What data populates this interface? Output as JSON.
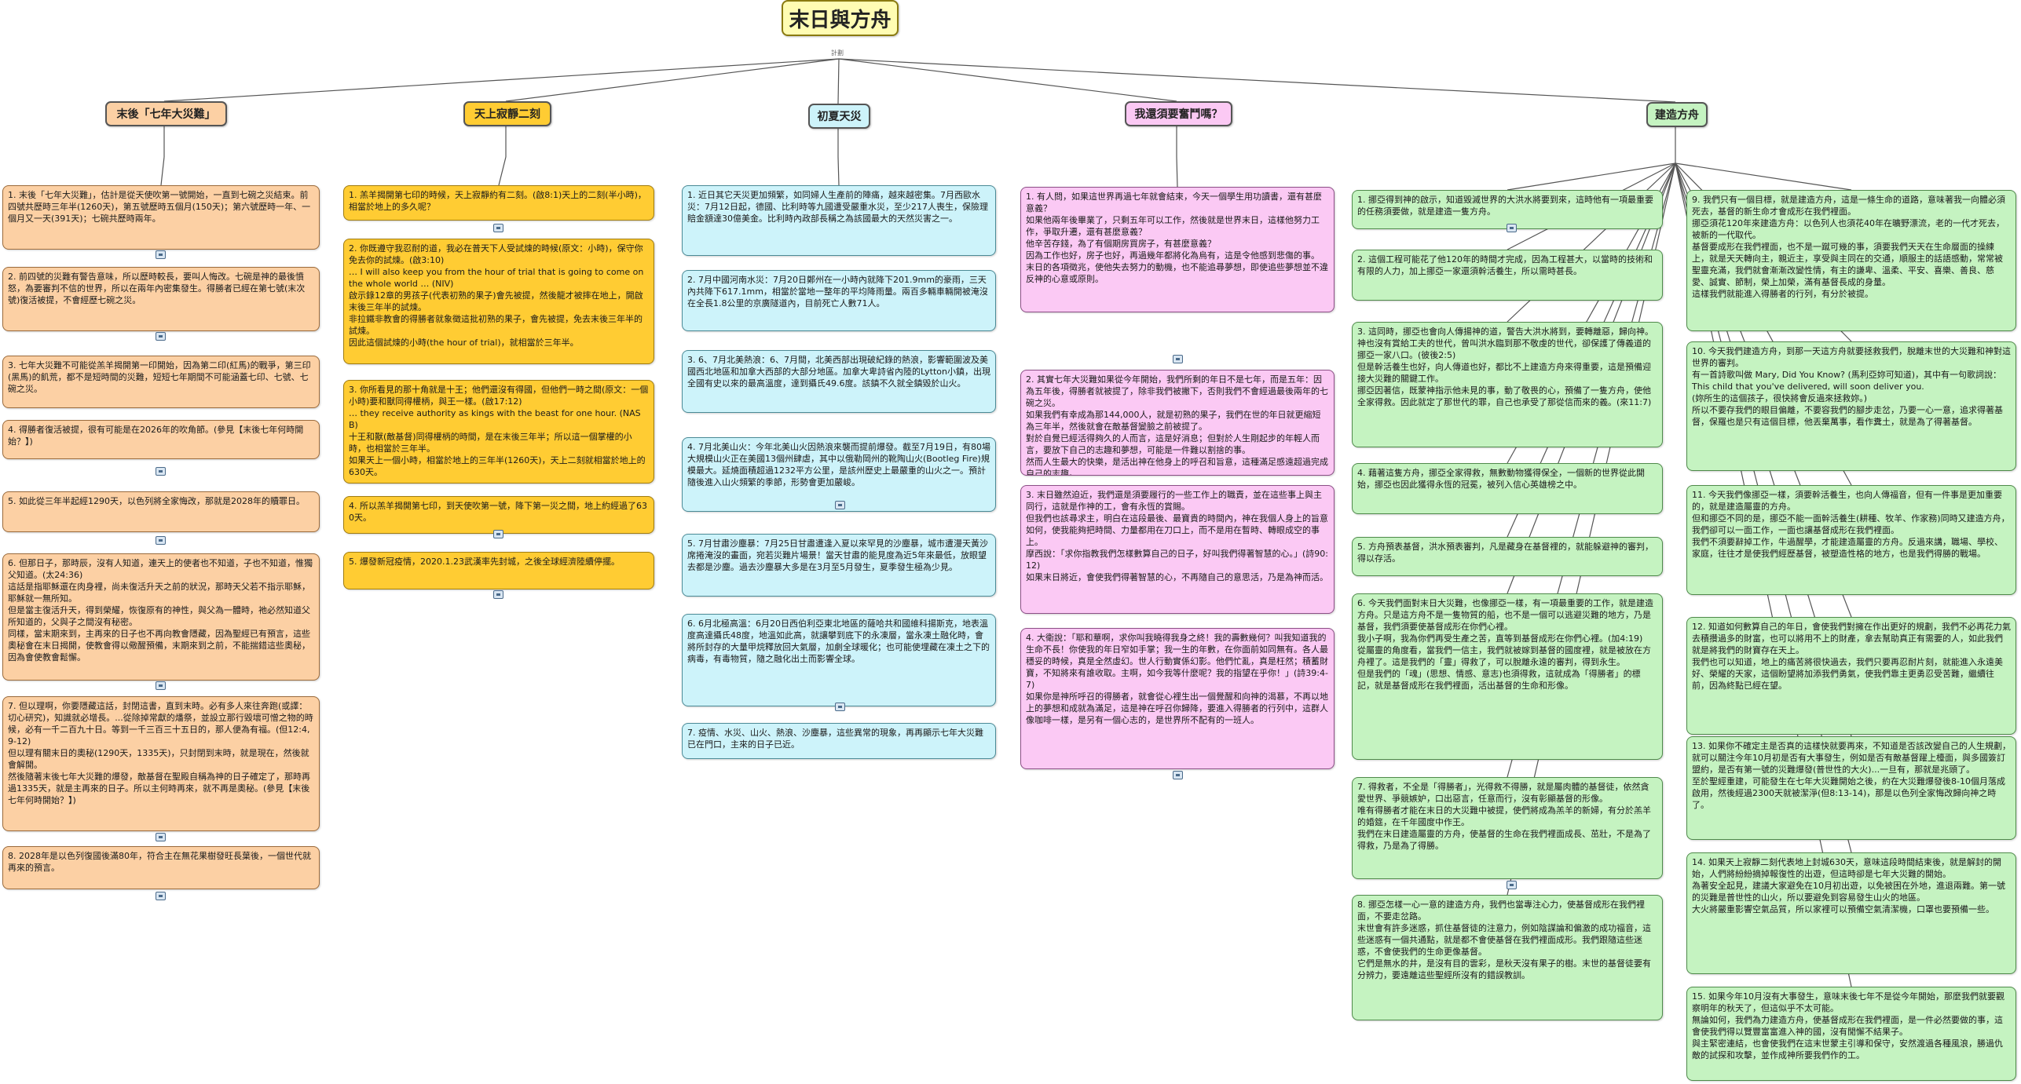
{
  "root": {
    "title": "末日與方舟",
    "sub": "計劃"
  },
  "branches": [
    {
      "title": "末後「七年大災難」",
      "color": "#fcd0a4",
      "nodes": [
        "1. 末後「七年大災難」，估計是從天使吹第一號開始，一直到七碗之災結束。前四號共歷時三年半(1260天)，第五號歷時五個月(150天)；第六號歷時一年、一個月又一天(391天)；七碗共歷時兩年。",
        "2. 前四號的災難有警告意味，所以歷時較長，要叫人悔改。七碗是神的最後憤怒，為要審判不信的世界，所以在兩年內密集發生。得勝者已經在第七號(末次號)復活被提，不會經歷七碗之災。",
        "3. 七年大災難不可能從羔羊揭開第一印開始，因為第二印(紅馬)的戰爭，第三印(黑馬)的飢荒，都不是短時間的災難，短短七年期間不可能涵蓋七印、七號、七碗之災。",
        "4. 得勝者復活被提，很有可能是在2026年的吹角節。(參見【末後七年何時開始？】)",
        "5. 如此從三年半起經1290天，以色列將全家悔改，那就是2028年的贖罪日。",
        "6. 但那日子，那時辰，沒有人知道，連天上的使者也不知道，子也不知道，惟獨父知道。(太24:36)\n這話是指耶穌還在肉身裡，尚未復活升天之前的狀況，那時天父若不指示耶穌，耶穌就一無所知。\n但是當主復活升天，得到榮耀，恢復原有的神性，與父為一體時，祂必然知道父所知道的，父與子之間沒有秘密。\n同樣，當末期來到，主再來的日子也不再向教會隱藏，因為聖經已有預言，這些奧秘會在末日揭開，使教會得以儆醒預備，末期來到之前，不能揣錯這些奧秘，因為會使教會鬆懈。",
        "7. 但以理啊，你要隱藏這話，封閉這書，直到末時。必有多人來往奔跑(或譯：切心研究)，知識就必增長。...從除掉常獻的燔祭，並設立那行毀壞可憎之物的時候，必有一千二百九十日。等到一千三百三十五日的，那人便為有福。(但12:4,9-12)\n但以理有關末日的奧秘(1290天，1335天)，只封閉到末時，就是現在，然後就會解開。\n然後隨著末後七年大災難的爆發，敵基督在聖殿自稱為神的日子確定了，那時再過1335天，就是主再來的日子。所以主何時再來，就不再是奧秘。(參見【末後七年何時開始？】)",
        "8. 2028年是以色列復國後滿80年，符合主在無花果樹發旺長葉後，一個世代就再來的預言。"
      ]
    },
    {
      "title": "天上寂靜二刻",
      "color": "#ffcc33",
      "nodes": [
        "1. 羔羊揭開第七印的時候，天上寂靜約有二刻。(啟8:1)天上的二刻(半小時)，相當於地上的多久呢？",
        "2. 你既遵守我忍耐的道，我必在普天下人受試煉的時候(原文：小時)，保守你免去你的試煉。(啟3:10)\n… I will also keep you from the hour of trial that is going to come on the whole world … (NIV)\n啟示錄12章的男孩子(代表初熟的果子)會先被提，然後龍才被摔在地上，開啟末後三年半的試煉。\n非拉鐵非教會的得勝者就象徵這批初熟的果子，會先被提，免去末後三年半的試煉。\n因此這個試煉的小時(the hour of trial)，就相當於三年半。",
        "3. 你所看見的那十角就是十王；他們還沒有得國，但他們一時之間(原文：一個小時)要和獸同得權柄，與王一樣。(啟17:12)\n… they receive authority as kings with the beast for one hour. (NASB)\n十王和獸(敵基督)同得權柄的時間，是在末後三年半；所以這一個掌權的小時，也相當於三年半。\n如果天上一個小時，相當於地上的三年半(1260天)，天上二刻就相當於地上的630天。",
        "4. 所以羔羊揭開第七印，到天使吹第一號，降下第一災之間，地上約經過了630天。",
        "5. 爆發新冠疫情，2020.1.23武漢率先封城，之後全球經濟陸續停擺。"
      ]
    },
    {
      "title": "初夏天災",
      "color": "#cdf3fa",
      "nodes": [
        "1. 近日其它天災更加頻繁，如同婦人生產前的陣痛，越來越密集。7月西歐水災：7月12日起，德國、比利時等九國遭受嚴重水災，至少217人喪生，保險理賠金額達30億美金。比利時內政部長稱之為該國最大的天然災害之一。",
        "2. 7月中國河南水災：7月20日鄭州在一小時內就降下201.9mm的豪雨，三天內共降下617.1mm，相當於當地一整年的平均降雨量。兩百多輛車輛開被淹沒在全長1.8公里的京廣隧道內，目前死亡人數71人。",
        "3. 6、7月北美熱浪：6、7月間，北美西部出現破紀錄的熱浪，影響範圍波及美國西北地區和加拿大西部的大部分地區。加拿大卑詩省內陸的Lytton小鎮，出現全國有史以來的最高溫度，達到攝氏49.6度。該鎮不久就全鎮毀於山火。",
        "4. 7月北美山火：今年北美山火因熱浪來襲而提前爆發。截至7月19日，有80場大規模山火正在美國13個州肆虐，其中以俄勒岡州的靴陶山火(Bootleg Fire)規模最大。延燒面積超過1232平方公里，是該州歷史上最嚴重的山火之一。預計隨後進入山火頻繁的季節，形勢會更加嚴峻。",
        "5. 7月甘肅沙塵暴：7月25日甘肅遭逢入夏以來罕見的沙塵暴，城市遭漫天黃沙席捲淹沒的畫面，宛若災難片場景！當天甘肅的能見度為近5年來最低，放眼望去都是沙塵。過去沙塵暴大多是在3月至5月發生，夏季發生極為少見。",
        "6. 6月北極高溫：6月20日西伯利亞東北地區的薩哈共和國維科揚斯克，地表溫度高達攝氏48度，地溫如此高，就讓攀到底下的永凍層，當永凍土融化時，會將所封存的大量甲烷釋放回大氣層，加劇全球暖化；也可能使埋藏在凍土之下的病毒，有毒物質，隨之融化出土而影響全球。",
        "7. 疫情、水災、山火、熱浪、沙塵暴，這些異常的現象，再再顯示七年大災難已在門口，主來的日子已近。"
      ]
    },
    {
      "title": "我還須要奮鬥嗎？",
      "color": "#fbc9f4",
      "nodes": [
        "1. 有人問，如果這世界再過七年就會結束，今天一個學生用功讀書，還有甚麼意義？\n如果他兩年後畢業了，只剩五年可以工作，然後就是世界末日，這樣他努力工作，爭取升遷，還有甚麼意義？\n他辛苦存錢，為了有個期房買房子，有甚麼意義？\n因為工作也好，房子也好，再過幾年都將化為烏有，這是令他感到悲傷的事。\n末日的各項徵兆，使他失去努力的動機，也不能追尋夢想，即使追些夢想並不違反神的心意或原則。",
        "2. 其實七年大災難如果從今年開始，我們所剩的年日不是七年，而是五年：因為五年後，得勝者就被提了，除非我們被撇下，否則我們不會經過最後兩年的七碗之災。\n如果我們有幸成為那144,000人，就是初熟的果子，我們在世的年日就更縮短為三年半，然後就會在敵基督變臉之前被提了。\n對於自覺已經活得夠久的人而言，這是好消息；但對於人生剛起步的年輕人而言，要放下自己的志趣和夢想，可能是一件難以割捨的事。\n然而人生最大的快樂，是活出神在他身上的呼召和旨意，這種滿足感遠超過完成自己的志趣。",
        "3. 末日雖然迫近，我們還是須要履行的一些工作上的職責，並在這些事上與主同行，這就是作神的工，會有永恆的賞賜。\n但我們也該尋求主，明白在這段最後、最寶貴的時間內，神在我個人身上的旨意如何，使我能夠把時間、力量都用在刀口上，而不是用在暫時、轉眼成空的事上。\n摩西說：「求你指教我們怎樣數算自己的日子，好叫我們得著智慧的心。」(詩90:12)\n如果末日將近，會使我們得著智慧的心，不再隨自己的意思活，乃是為神而活。",
        "4. 大衛說：「耶和華啊，求你叫我曉得我身之終！我的壽數幾何？叫我知道我的生命不長！你使我的年日窄如手掌；我一生的年數，在你面前如同無有。各人最穩妥的時候，真是全然虛幻。世人行動實係幻影。他們忙亂，真是枉然；積蓄財寶，不知將來有誰收取。主啊，如今我等什麼呢？我的指望在乎你！」(詩39:4-7)\n如果你是神所呼召的得勝者，就會從心裡生出一個覺醒和向神的渴慕，不再以地上的夢想和成就為滿足，這是神在呼召你歸降，要進入得勝者的行列中，這群人像咖啡一樣，是另有一個心志的，是世界所不配有的一班人。"
      ]
    },
    {
      "title": "建造方舟",
      "color": "#c5f3c1",
      "nodes": [
        "1. 挪亞得到神的啟示，知道毀滅世界的大洪水將要到來，這時他有一項最重要的任務須要做，就是建造一隻方舟。",
        "2. 這個工程可能花了他120年的時間才完成，因為工程甚大，以當時的技術和有限的人力，加上挪亞一家還須幹活養生，所以需時甚長。",
        "3. 這同時，挪亞也會向人傳揚神的道，警告大洪水將到，要轉離惡，歸向神。\n神也沒有賞給工夫的世代，曾叫洪水臨到那不敬虔的世代，卻保護了傳義道的挪亞一家八口。(彼後2:5)\n但是幹活養生也好，向人傳道也好，都比不上建造方舟來得重要，這是預備迎接大災難的關鍵工作。\n挪亞因著信，既蒙神指示他未見的事，動了敬畏的心，預備了一隻方舟，使他全家得救。因此就定了那世代的罪，自己也承受了那從信而來的義。(來11:7)",
        "4. 藉著這隻方舟，挪亞全家得救，無數動物獲得保全，一個新的世界從此開始，挪亞也因此獲得永恆的冠冕，被列入信心英雄榜之中。",
        "5. 方舟預表基督，洪水預表審判，凡是藏身在基督裡的，就能躲避神的審判，得以存活。",
        "6. 今天我們面對末日大災難，也像挪亞一樣，有一項最重要的工作，就是建造方舟。只是這方舟不是一隻物質的船，也不是一個可以逃避災難的地方，乃是基督，我們須要使基督成形在你們心裡。\n我小子啊，我為你們再受生產之苦，直等到基督成形在你們心裡。(加4:19)\n從屬靈的角度看，當我們一信主，我們就被嫁到基督的國度裡，就是被放在方舟裡了。這是我們的「靈」得救了，可以脫離永遠的審判，得到永生。\n但是我們的「魂」(思想、情感、意志)也須得救，這就成為「得勝者」的標記，就是基督成形在我們裡面，活出基督的生命和形像。",
        "7. 得救者，不全是「得勝者」，光得救不得勝，就是屬肉體的基督徒，依然貪愛世界、爭競嫉妒，口出惡言，任意而行，沒有彰顯基督的形像。\n唯有得勝者才能在末日的大災難中被提，使們將成為羔羊的新婦，有分於羔羊的婚筵，在千年國度中作王。\n我們在末日建造屬靈的方舟，使基督的生命在我們裡面成長、茁壯，不是為了得救，乃是為了得勝。",
        "8. 挪亞怎樣一心一意的建造方舟，我們也當專注心力，使基督成形在我們裡面，不要走岔路。\n末世會有許多迷惑，抓住基督徒的注意力，例如陰謀論和偏激的成功福音，這些迷惑有一個共通點，就是都不會使基督在我們裡面成形。我們跟隨這些迷惑，不會使我們的生命更像基督。\n它們是無水的井，是沒有目的雲彩，是秋天沒有果子的樹。末世的基督徒要有分辨力，要遠離這些聖經所沒有的錯誤教訓。",
        "9. 我們只有一個目標，就是建造方舟，這是一條生命的道路，意味著我一向體必須死去，基督的新生命才會成形在我們裡面。\n挪亞須花120年來建造方舟：以色列人也須花40年在曠野漂流，老的一代才死去，被新的一代取代。\n基督要成形在我們裡面，也不是一蹴可幾的事，須要我們天天在生命層面的操練上，就是天天轉向主，親近主，享受與主同在的交通，順服主的話語感動，常常被聖靈充滿，我們就會漸漸改變性情，有主的謙卑、溫柔、平安、喜樂、善良、慈愛、誠實、節制，榮上加榮，滿有基督長成的身量。\n這樣我們就能進入得勝者的行列，有分於被提。",
        "10. 今天我們建造方舟，到那一天這方舟就要拯救我們，脫離末世的大災難和神對這世界的審判。\n有一首詩歌叫做 Mary, Did You Know? (馬利亞妳可知道)，其中有一句歌詞說：\nThis child that you've delivered, will soon deliver you.\n(妳所生的這個孩子，很快將會反過來拯救妳。)\n所以不要存我們的眼目偏離，不要容我們的腳步走岔，乃要一心一意，追求得著基督，保羅也是只有這個目標，他丟棄萬事，看作糞土，就是為了得著基督。",
        "11. 今天我們像挪亞一樣，須要幹活養生，也向人傳福音，但有一件事是更加重要的，就是建造屬靈的方舟。\n但和挪亞不同的是，挪亞不能一面幹活養生(耕種、牧羊、作家務)同時又建造方舟，我們卻可以一面工作，一面也讓基督成形在我們裡面。\n我們不須要辭掉工作，牛過醒學，才能建造屬靈的方舟。反過來講，職場、學校、家庭，往往才是使我們經歷基督，被塑造性格的地方，也是我們得勝的戰場。",
        "12. 知道如何數算自己的年日，會使我們對擁在作出更好的規劃，我們不必再花力氣去積攢過多的財富，也可以將用不上的財產，拿去幫助真正有需要的人，如此我們就是將我們的財寶存在天上。\n我們也可以知道，地上的痛苦將很快過去，我們只要再忍耐片刻，就能進入永遠美好、榮耀的天家，這個盼望將加添我們勇氣，使我們靠主更勇忍受苦難，繼續往前，因為終點已經在望。",
        "13. 如果你不確定主是否真的這樣快就要再來，不知道是否該改變自己的人生規劃，就可以關注今年10月初是否有大事發生，例如是否有敵基督躍上檯面，與多國簽訂盟約，是否有第一號的災難爆發(普世性的大火)...一旦有，那就是兆頭了。\n至於聖經重建，可能發生在七年大災難開始之後，約在大災難爆發後8-10個月落成啟用，然後經過2300天就被潔淨(但8:13-14)，那是以色列全家悔改歸向神之時了。",
        "14. 如果天上寂靜二刻代表地上封城630天，意味這段時間結束後，就是解封的開始，人們將紛紛摘掉報復性的出遊，但這時卻是七年大災難的開始。\n為著安全起見，建議大家避免在10月初出遊，以免被困在外地，進退兩難。第一號的災難是普世性的山火，所以要避免到容易發生山火的地區。\n大火將嚴重影響空氣品質，所以家裡可以預備空氣清潔機，口罩也要預備一些。",
        "15. 如果今年10月沒有大事發生，意味末後七年不是從今年開始，那麼我們就要觀察明年的秋天了，但這似乎不太可能。\n無論如何，我們為力建造方舟，使基督成形在我們裡面，是一件必然要做的事，這會使我們得以覽豐富富進入神的國，沒有閒懈不結果子。\n與主緊密連結，也會使我們在這末世蒙主引導和保守，安然渡過各種風浪，勝過仇敵的試探和攻擊，並作成神所要我們作的工。"
      ]
    }
  ]
}
